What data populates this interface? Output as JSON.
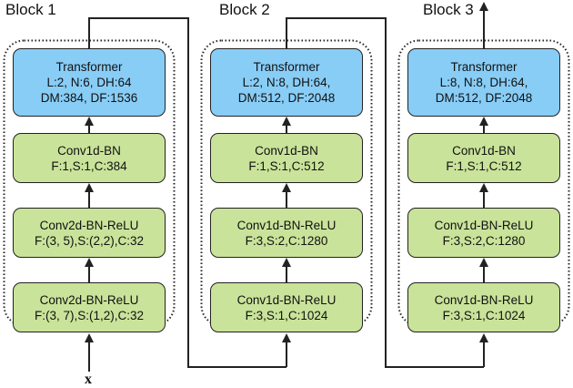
{
  "input_label": "x",
  "blocks": [
    {
      "title": "Block 1",
      "layers": [
        {
          "kind": "transformer",
          "lines": [
            "Transformer",
            "L:2, N:6, DH:64",
            "DM:384, DF:1536"
          ]
        },
        {
          "kind": "conv",
          "lines": [
            "Conv1d-BN",
            "F:1,S:1,C:384"
          ]
        },
        {
          "kind": "conv",
          "lines": [
            "Conv2d-BN-ReLU",
            "F:(3, 5),S:(2,2),C:32"
          ]
        },
        {
          "kind": "conv",
          "lines": [
            "Conv2d-BN-ReLU",
            "F:(3, 7),S:(1,2),C:32"
          ]
        }
      ]
    },
    {
      "title": "Block 2",
      "layers": [
        {
          "kind": "transformer",
          "lines": [
            "Transformer",
            "L:2, N:8, DH:64,",
            "DM:512, DF:2048"
          ]
        },
        {
          "kind": "conv",
          "lines": [
            "Conv1d-BN",
            "F:1,S:1,C:512"
          ]
        },
        {
          "kind": "conv",
          "lines": [
            "Conv1d-BN-ReLU",
            "F:3,S:2,C:1280"
          ]
        },
        {
          "kind": "conv",
          "lines": [
            "Conv1d-BN-ReLU",
            "F:3,S:1,C:1024"
          ]
        }
      ]
    },
    {
      "title": "Block 3",
      "layers": [
        {
          "kind": "transformer",
          "lines": [
            "Transformer",
            "L:8, N:8, DH:64,",
            "DM:512, DF:2048"
          ]
        },
        {
          "kind": "conv",
          "lines": [
            "Conv1d-BN",
            "F:1,S:1,C:512"
          ]
        },
        {
          "kind": "conv",
          "lines": [
            "Conv1d-BN-ReLU",
            "F:3,S:2,C:1280"
          ]
        },
        {
          "kind": "conv",
          "lines": [
            "Conv1d-BN-ReLU",
            "F:3,S:1,C:1024"
          ]
        }
      ]
    }
  ],
  "colors": {
    "transformer_fill": "#88cdf6",
    "conv_fill": "#c9e39a",
    "stroke": "#222222"
  }
}
